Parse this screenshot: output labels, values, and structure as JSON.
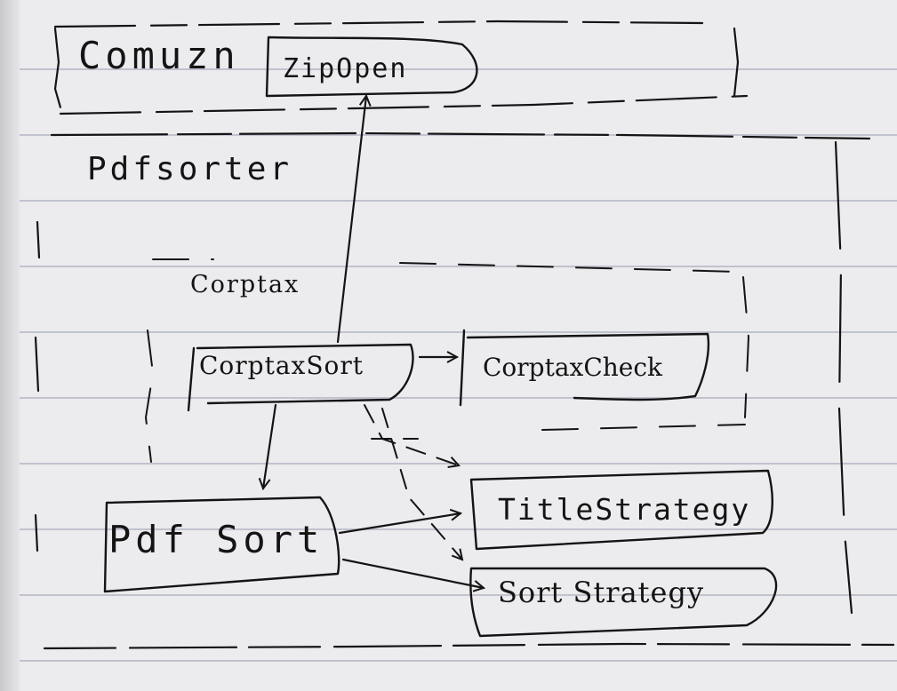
{
  "diagram": {
    "packages": {
      "common": "Comuzn",
      "pdfsorter": "Pdfsorter",
      "corptax": "Corptax"
    },
    "nodes": {
      "zip_open": "ZipOpen",
      "corptax_sort": "CorptaxSort",
      "corptax_check": "CorptaxCheck",
      "pdf_sort": "Pdf Sort",
      "title_strategy": "TitleStrategy",
      "sort_strategy": "Sort Strategy"
    },
    "edges": [
      {
        "from": "CorptaxSort",
        "to": "ZipOpen",
        "style": "solid"
      },
      {
        "from": "CorptaxSort",
        "to": "CorptaxCheck",
        "style": "solid"
      },
      {
        "from": "CorptaxSort",
        "to": "Pdf Sort",
        "style": "solid"
      },
      {
        "from": "CorptaxSort",
        "to": "TitleStrategy",
        "style": "dashed"
      },
      {
        "from": "CorptaxSort",
        "to": "Sort Strategy",
        "style": "dashed"
      },
      {
        "from": "Pdf Sort",
        "to": "TitleStrategy",
        "style": "solid"
      },
      {
        "from": "Pdf Sort",
        "to": "Sort Strategy",
        "style": "solid"
      }
    ],
    "colors": {
      "ink": "#141414",
      "paper": "#ecebed",
      "ruled_line": "#8c96b0"
    }
  }
}
